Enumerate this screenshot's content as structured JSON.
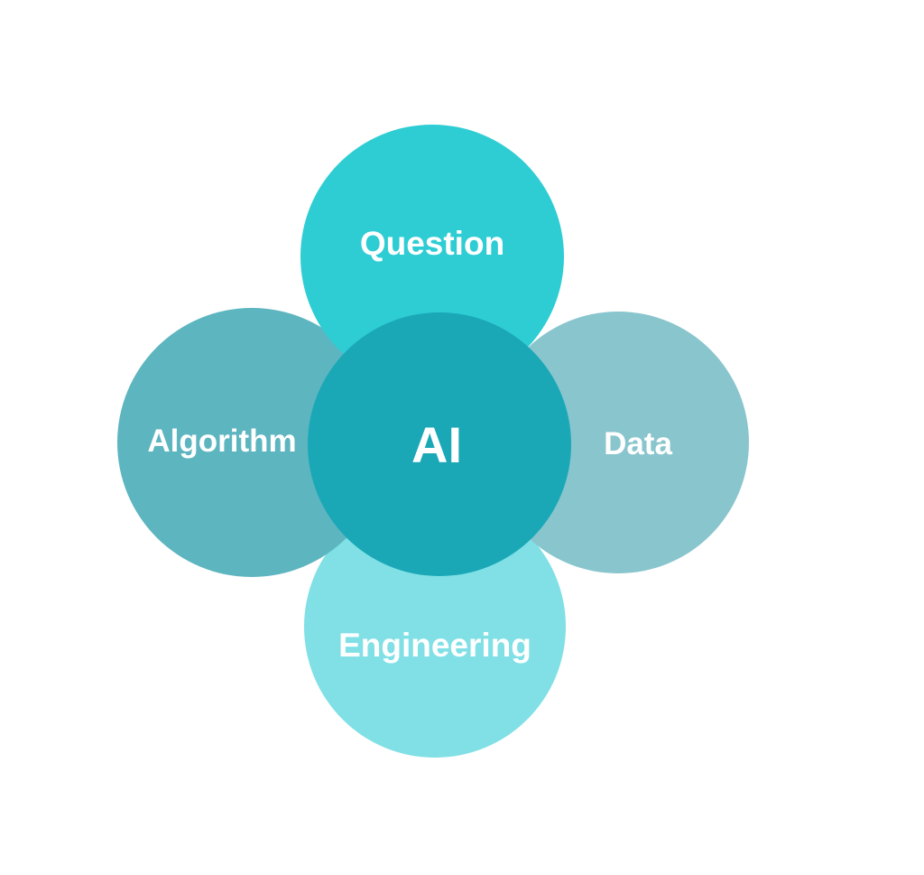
{
  "diagram": {
    "center": {
      "label": "AI",
      "color": "#1aa8b7"
    },
    "nodes": [
      {
        "id": "question",
        "label": "Question",
        "color": "#2ecdd4"
      },
      {
        "id": "algorithm",
        "label": "Algorithm",
        "color": "#5db5c0"
      },
      {
        "id": "data",
        "label": "Data",
        "color": "#89c5cd"
      },
      {
        "id": "engineering",
        "label": "Engineering",
        "color": "#80e0e6"
      }
    ]
  }
}
